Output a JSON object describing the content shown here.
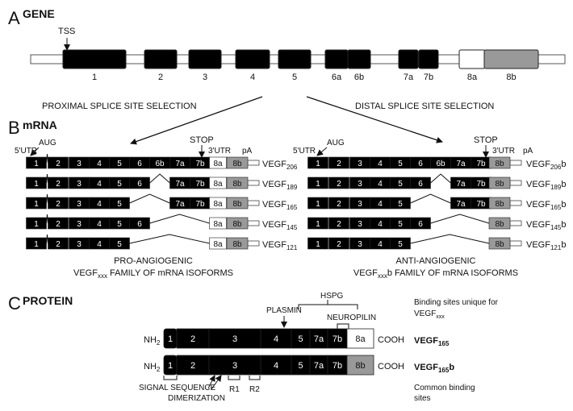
{
  "sections": {
    "a_letter": "A",
    "a_title": "GENE",
    "b_letter": "B",
    "b_title": "mRNA",
    "c_letter": "C",
    "c_title": "PROTEIN"
  },
  "gene": {
    "tss_label": "TSS",
    "exons": [
      {
        "label": "1",
        "style": "black"
      },
      {
        "label": "2",
        "style": "black"
      },
      {
        "label": "3",
        "style": "black"
      },
      {
        "label": "4",
        "style": "black"
      },
      {
        "label": "5",
        "style": "black"
      },
      {
        "label": "6a",
        "style": "black"
      },
      {
        "label": "6b",
        "style": "black"
      },
      {
        "label": "7a",
        "style": "black"
      },
      {
        "label": "7b",
        "style": "black"
      },
      {
        "label": "8a",
        "style": "white"
      },
      {
        "label": "8b",
        "style": "gray"
      }
    ],
    "proximal_label": "PROXIMAL SPLICE SITE SELECTION",
    "distal_label": "DISTAL SPLICE SITE SELECTION"
  },
  "mrna": {
    "utr5": "5'UTR",
    "aug": "AUG",
    "stop": "STOP",
    "utr3": "3'UTR",
    "pa": "pA",
    "pro_rows": [
      {
        "exons": [
          "1",
          "2",
          "3",
          "4",
          "5",
          "6",
          "6b",
          "7a",
          "7b",
          "8a",
          "8b"
        ],
        "name": "VEGF",
        "sub": "206",
        "suffix": ""
      },
      {
        "exons": [
          "1",
          "2",
          "3",
          "4",
          "5",
          "6",
          "7a",
          "7b",
          "8a",
          "8b"
        ],
        "name": "VEGF",
        "sub": "189",
        "suffix": ""
      },
      {
        "exons": [
          "1",
          "2",
          "3",
          "4",
          "5",
          "7a",
          "7b",
          "8a",
          "8b"
        ],
        "name": "VEGF",
        "sub": "165",
        "suffix": ""
      },
      {
        "exons": [
          "1",
          "2",
          "3",
          "4",
          "5",
          "6",
          "8a",
          "8b"
        ],
        "name": "VEGF",
        "sub": "145",
        "suffix": ""
      },
      {
        "exons": [
          "1",
          "2",
          "3",
          "4",
          "5",
          "8a",
          "8b"
        ],
        "name": "VEGF",
        "sub": "121",
        "suffix": ""
      }
    ],
    "anti_rows": [
      {
        "exons": [
          "1",
          "2",
          "3",
          "4",
          "5",
          "6",
          "6b",
          "7a",
          "7b",
          "8b"
        ],
        "name": "VEGF",
        "sub": "206",
        "suffix": "b"
      },
      {
        "exons": [
          "1",
          "2",
          "3",
          "4",
          "5",
          "6",
          "7a",
          "7b",
          "8b"
        ],
        "name": "VEGF",
        "sub": "189",
        "suffix": "b"
      },
      {
        "exons": [
          "1",
          "2",
          "3",
          "4",
          "5",
          "7a",
          "7b",
          "8b"
        ],
        "name": "VEGF",
        "sub": "165",
        "suffix": "b"
      },
      {
        "exons": [
          "1",
          "2",
          "3",
          "4",
          "5",
          "6",
          "8b"
        ],
        "name": "VEGF",
        "sub": "145",
        "suffix": "b"
      },
      {
        "exons": [
          "1",
          "2",
          "3",
          "4",
          "5",
          "8b"
        ],
        "name": "VEGF",
        "sub": "121",
        "suffix": "b"
      }
    ],
    "pro_caption1": "PRO-ANGIOGENIC",
    "pro_caption2_pre": "VEGF",
    "pro_caption2_sub": "xxx",
    "pro_caption2_post": " FAMILY OF mRNA ISOFORMS",
    "anti_caption1": "ANTI-ANGIOGENIC",
    "anti_caption2_pre": "VEGF",
    "anti_caption2_sub": "xxx",
    "anti_caption2_post": "b  FAMILY OF mRNA ISOFORMS"
  },
  "protein": {
    "nh2": "NH",
    "nh2_sub": "2",
    "cooh": "COOH",
    "row1": [
      "1",
      "2",
      "3",
      "4",
      "5",
      "7a",
      "7b",
      "8a"
    ],
    "row2": [
      "1",
      "2",
      "3",
      "4",
      "5",
      "7a",
      "7b",
      "8b"
    ],
    "name1": "VEGF",
    "name1_sub": "165",
    "name1_suffix": "",
    "name2": "VEGF",
    "name2_sub": "165",
    "name2_suffix": "b",
    "hspg": "HSPG",
    "plasmin": "PLASMIN",
    "neuropilin": "NEUROPILIN",
    "unique_line1": "Binding sites unique for",
    "unique_line2_pre": "VEGF",
    "unique_line2_sub": "xxx",
    "signal_sequence": "SIGNAL SEQUENCE",
    "dimerization": "DIMERIZATION",
    "r1": "R1",
    "r2": "R2",
    "common_line1": "Common binding",
    "common_line2": "sites"
  },
  "colors": {
    "exon_black": "#000000",
    "exon_gray": "#999999",
    "exon_white": "#ffffff"
  }
}
